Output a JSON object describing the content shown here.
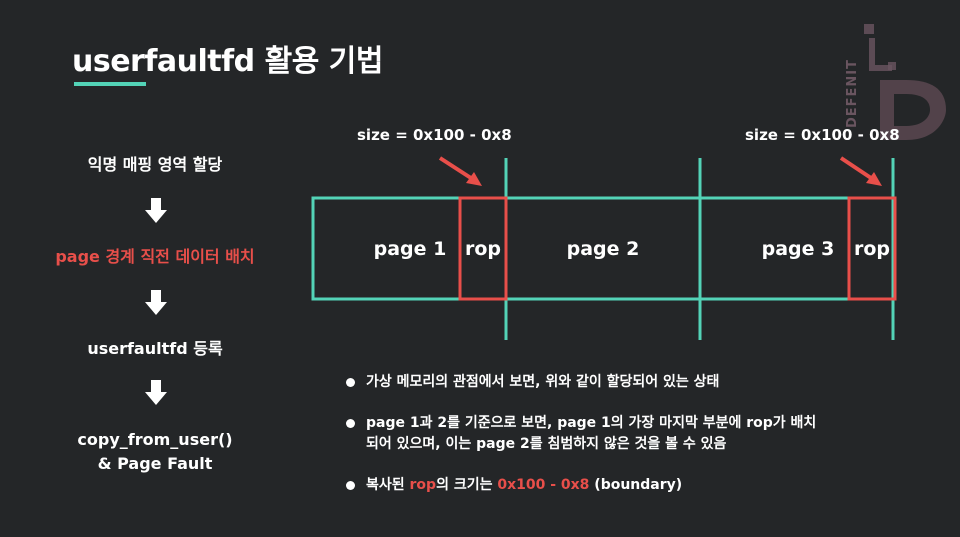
{
  "title": "userfaultfd 활용 기법",
  "logo": {
    "text": "DEFENIT"
  },
  "flow": {
    "steps": [
      "익명 매핑 영역 할당",
      "page 경계 직전 데이터 배치",
      "userfaultfd 등록",
      "copy_from_user()",
      "& Page Fault"
    ]
  },
  "diagram": {
    "size_label_1": "size = 0x100 - 0x8",
    "size_label_2": "size = 0x100 - 0x8",
    "cells": [
      "page 1",
      "rop",
      "page 2",
      "page 3",
      "rop"
    ]
  },
  "bullets": {
    "b1": "가상 메모리의 관점에서 보면, 위와 같이 할당되어 있는 상태",
    "b2_line1": "page 1과 2를 기준으로 보면, page 1의 가장 마지막 부분에 rop가 배치",
    "b2_line2": "되어 있으며, 이는 page 2를 침범하지 않은 것을 볼 수 있음",
    "b3_pre": "복사된 ",
    "b3_rop": "rop",
    "b3_mid": "의 크기는 ",
    "b3_size": "0x100 - 0x8",
    "b3_post": " (boundary)"
  },
  "colors": {
    "background": "#242628",
    "accent": "#53d3b7",
    "highlight": "#e84f4a"
  }
}
